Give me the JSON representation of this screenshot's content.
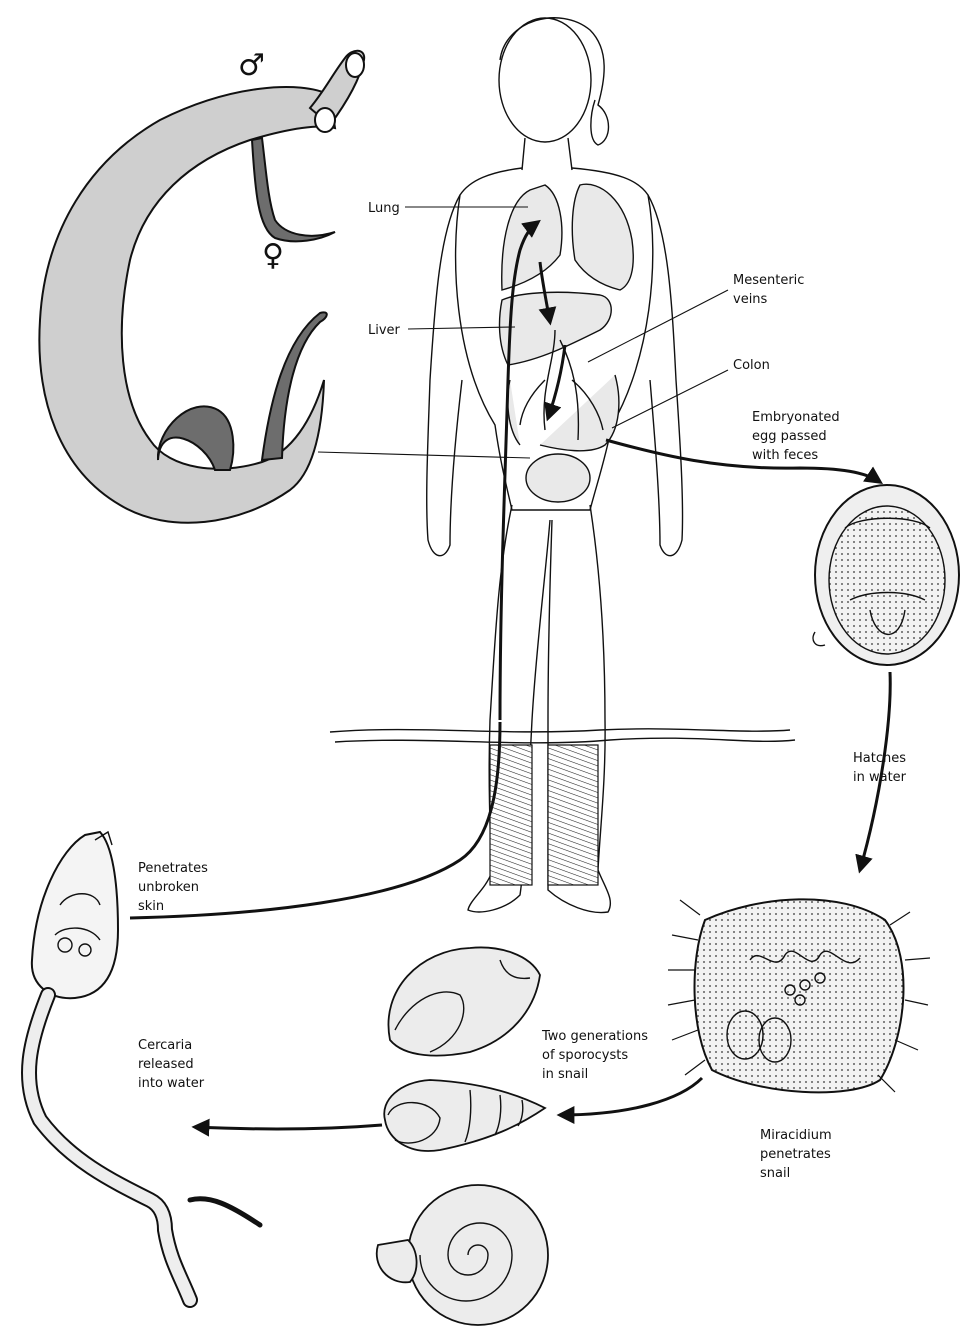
{
  "symbols": {
    "male": "♂",
    "female": "♀"
  },
  "labels": {
    "lung": "Lung",
    "liver": "Liver",
    "mesenteric": [
      "Mesenteric",
      "veins"
    ],
    "colon": "Colon",
    "embryonated": [
      "Embryonated",
      "egg passed",
      "with feces"
    ],
    "hatches": [
      "Hatches",
      "in water"
    ],
    "penetrates": [
      "Penetrates",
      "unbroken",
      "skin"
    ],
    "cercaria": [
      "Cercaria",
      "released",
      "into water"
    ],
    "sporocysts": [
      "Two generations",
      "of sporocysts",
      "in snail"
    ],
    "miracidium": [
      "Miracidium",
      "penetrates",
      "snail"
    ]
  },
  "colors": {
    "ink": "#111111",
    "paper": "#ffffff",
    "stipple": "#e9e9e9"
  },
  "icons": [
    "male-symbol-icon",
    "female-symbol-icon",
    "snail-shell-icon"
  ]
}
